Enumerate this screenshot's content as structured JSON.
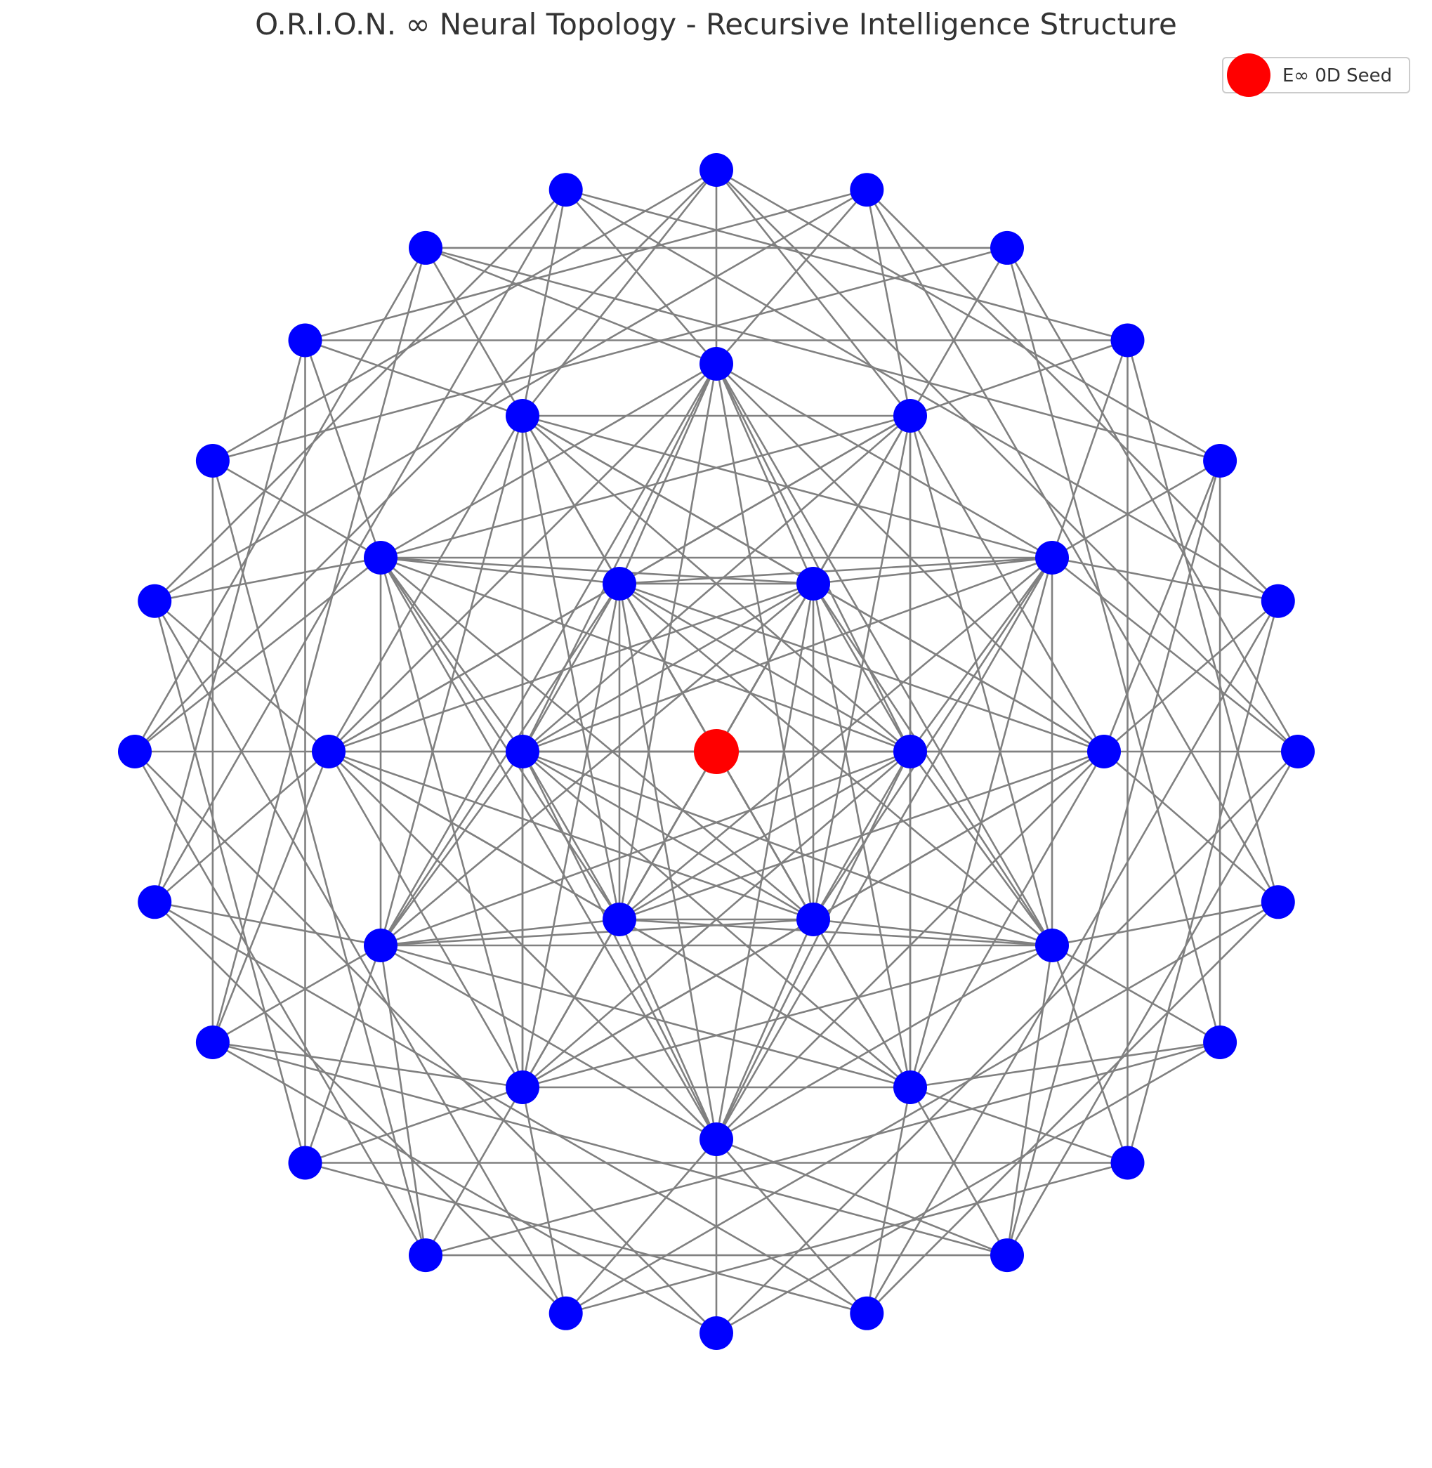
{
  "title": "O.R.I.O.N. ∞ Neural Topology - Recursive Intelligence Structure",
  "legend": {
    "label": "E∞ 0D Seed",
    "color": "#ff0000"
  },
  "colors": {
    "seed": "#ff0000",
    "node": "#0000ff",
    "edge": "#808080"
  },
  "graph": {
    "seed_count": 1,
    "rings": [
      {
        "name": "inner",
        "count": 6,
        "angle_offset_deg": 0
      },
      {
        "name": "middle",
        "count": 12,
        "angle_offset_deg": 0
      },
      {
        "name": "outer",
        "count": 24,
        "angle_offset_deg": 0
      }
    ],
    "edge_rules": {
      "seed_to_inner": true,
      "inner_to_inner": true,
      "inner_to_middle": true,
      "middle_to_middle_skip": [
        2,
        3,
        4
      ],
      "middle_to_outer_nearest": 4,
      "outer_to_outer_skip": [
        4,
        6
      ]
    }
  }
}
